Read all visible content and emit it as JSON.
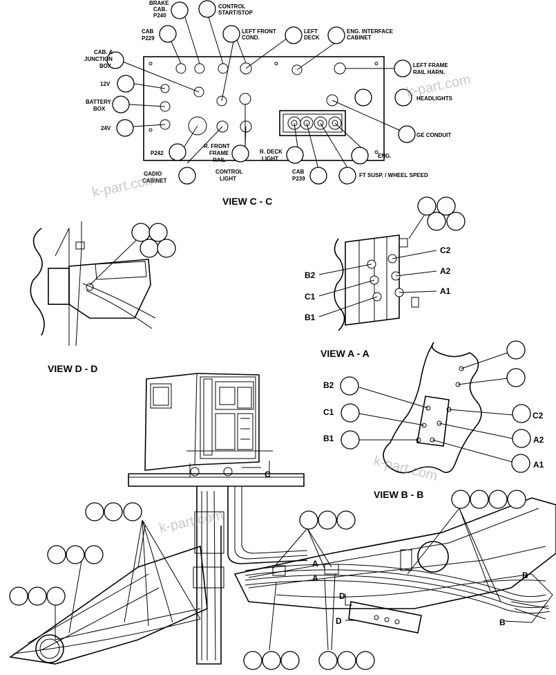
{
  "watermark": "k-part.com",
  "views": {
    "c": "VIEW C - C",
    "d": "VIEW D - D",
    "a": "VIEW A - A",
    "b": "VIEW B - B"
  },
  "view_c": {
    "brake_cab": [
      "BRAKE",
      "CAB.",
      "P240"
    ],
    "control_start": [
      "CONTROL",
      "START/STOP"
    ],
    "cab_p229": [
      "CAB",
      "P229"
    ],
    "left_front": [
      "LEFT FRONT",
      "COND."
    ],
    "left_deck": [
      "LEFT",
      "DECK"
    ],
    "eng_interface": [
      "ENG. INTERFACE",
      "CABINET"
    ],
    "cab_junction": [
      "CAB. &",
      "JUNCTION",
      "BOX"
    ],
    "left_frame": [
      "LEFT FRAME",
      "RAIL HARN."
    ],
    "v12": "12V",
    "headlights": "HEADLIGHTS",
    "battery_box": [
      "BATTERY",
      "BOX"
    ],
    "v24": "24V",
    "ge_conduit": "GE CONDUIT",
    "eng": "ENG.",
    "p242": "P242",
    "r_front": [
      "R. FRONT",
      "FRAME",
      "RAIL"
    ],
    "r_deck": [
      "R. DECK",
      "LIGHT"
    ],
    "cab_p239": [
      "CAB",
      "P239"
    ],
    "gadio": [
      "GADIO",
      "CABINET"
    ],
    "control_light": [
      "CONTROL",
      "LIGHT"
    ],
    "ft_susp": "FT SUSP. / WHEEL SPEED"
  },
  "view_a_labels": [
    "B2",
    "C1",
    "B1",
    "C2",
    "A2",
    "A1"
  ],
  "view_b_labels": [
    "B2",
    "C1",
    "B1",
    "C2",
    "A2",
    "A1"
  ],
  "main_labels": {
    "c": "C",
    "a1": "A",
    "a2": "A",
    "b1": "B",
    "b2": "B",
    "d1": "D",
    "d2": "D"
  }
}
